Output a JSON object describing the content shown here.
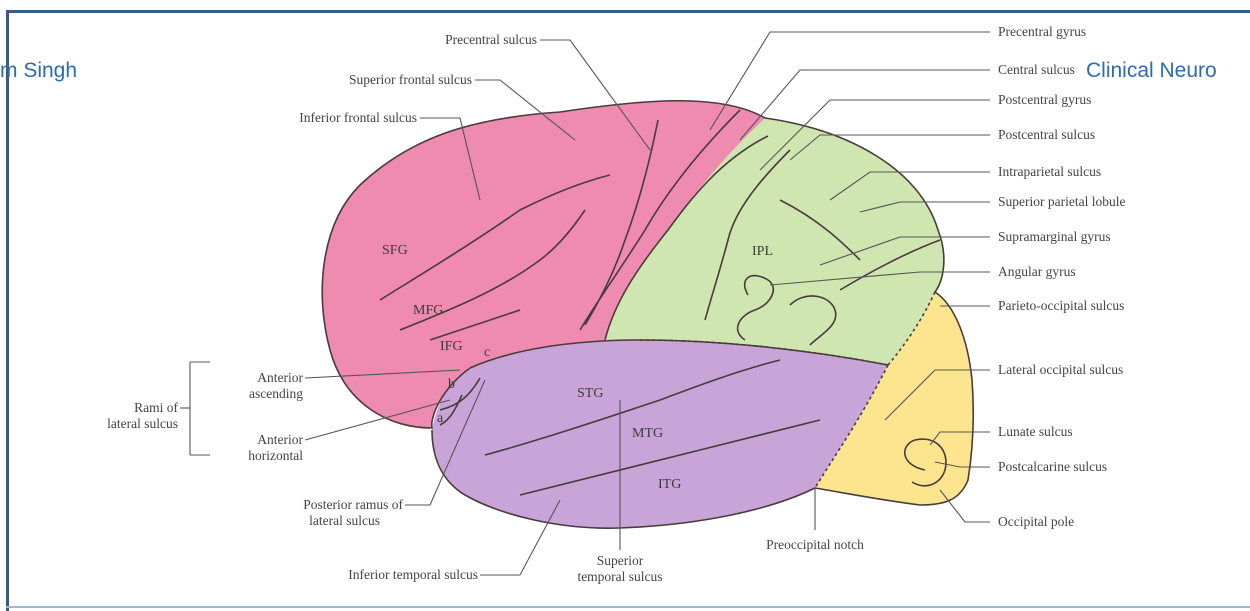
{
  "header": {
    "left_text": "m Singh",
    "right_text": "Clinical Neuro"
  },
  "colors": {
    "frontal": "#ef8ab0",
    "parietal": "#cfe6b0",
    "temporal": "#c9a4d8",
    "occipital": "#fde590",
    "frame": "#3a5a86",
    "header_text": "#2d6bb0"
  },
  "diagram": {
    "right_labels": [
      "Precentral gyrus",
      "Central sulcus",
      "Postcentral gyrus",
      "Postcentral sulcus",
      "Intraparietal sulcus",
      "Superior parietal lobule",
      "Supramarginal gyrus",
      "Angular gyrus",
      "Parieto-occipital sulcus",
      "Lateral occipital sulcus",
      "Lunate sulcus",
      "Postcalcarine sulcus",
      "Occipital pole"
    ],
    "top_labels": {
      "precentral_sulcus": "Precentral sulcus",
      "superior_frontal_sulcus": "Superior frontal sulcus",
      "inferior_frontal_sulcus": "Inferior frontal sulcus"
    },
    "left_labels": {
      "rami_line1": "Rami of",
      "rami_line2": "lateral sulcus",
      "anterior_ascending_1": "Anterior",
      "anterior_ascending_2": "ascending",
      "anterior_horizontal_1": "Anterior",
      "anterior_horizontal_2": "horizontal",
      "posterior_ramus_1": "Posterior ramus of",
      "posterior_ramus_2": "lateral sulcus"
    },
    "bottom_labels": {
      "inferior_temporal_sulcus": "Inferior temporal sulcus",
      "superior_temporal_1": "Superior",
      "superior_temporal_2": "temporal sulcus",
      "preoccipital_notch": "Preoccipital notch"
    },
    "region_labels": {
      "sfg": "SFG",
      "mfg": "MFG",
      "ifg": "IFG",
      "ipl": "IPL",
      "stg": "STG",
      "mtg": "MTG",
      "itg": "ITG",
      "a": "a",
      "b": "b",
      "c": "c"
    }
  }
}
